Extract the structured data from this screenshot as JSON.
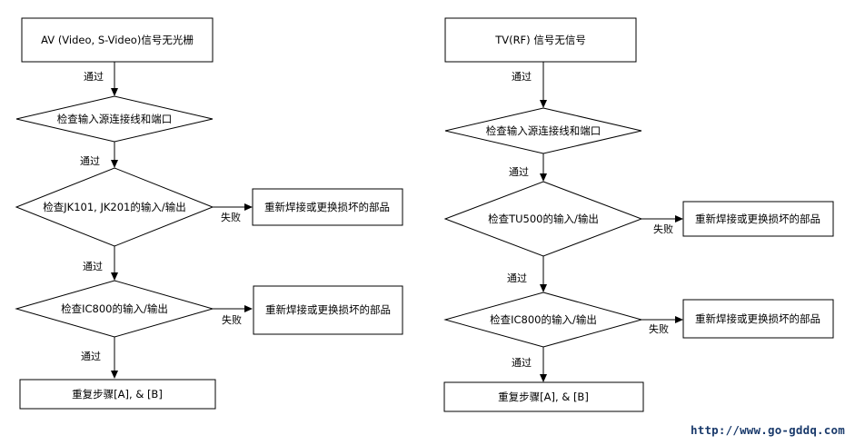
{
  "colors": {
    "line": "#000000",
    "fill": "#ffffff",
    "watermark": "#1a3a6b"
  },
  "left_flow": {
    "start": "AV (Video, S-Video)信号无光栅",
    "step1_pass": "通过",
    "check1": "检查输入源连接线和端口",
    "step2_pass": "通过",
    "check2": "检查JK101, JK201的输入/输出",
    "check2_fail": "失败",
    "fix1": "重新焊接或更换损坏的部品",
    "step3_pass": "通过",
    "check3": "检查IC800的输入/输出",
    "check3_fail": "失败",
    "fix2": "重新焊接或更换损坏的部品",
    "step4_pass": "通过",
    "end": "重复步骤[A], & [B]"
  },
  "right_flow": {
    "start": "TV(RF) 信号无信号",
    "step1_pass": "通过",
    "check1": "检查输入源连接线和端口",
    "step2_pass": "通过",
    "check2": "检查TU500的输入/输出",
    "check2_fail": "失败",
    "fix1": "重新焊接或更换损坏的部品",
    "step3_pass": "通过",
    "check3": "检查IC800的输入/输出",
    "check3_fail": "失败",
    "fix2": "重新焊接或更换损坏的部品",
    "step4_pass": "通过",
    "end": "重复步骤[A], & [B]"
  },
  "watermark": "http://www.go-gddq.com"
}
